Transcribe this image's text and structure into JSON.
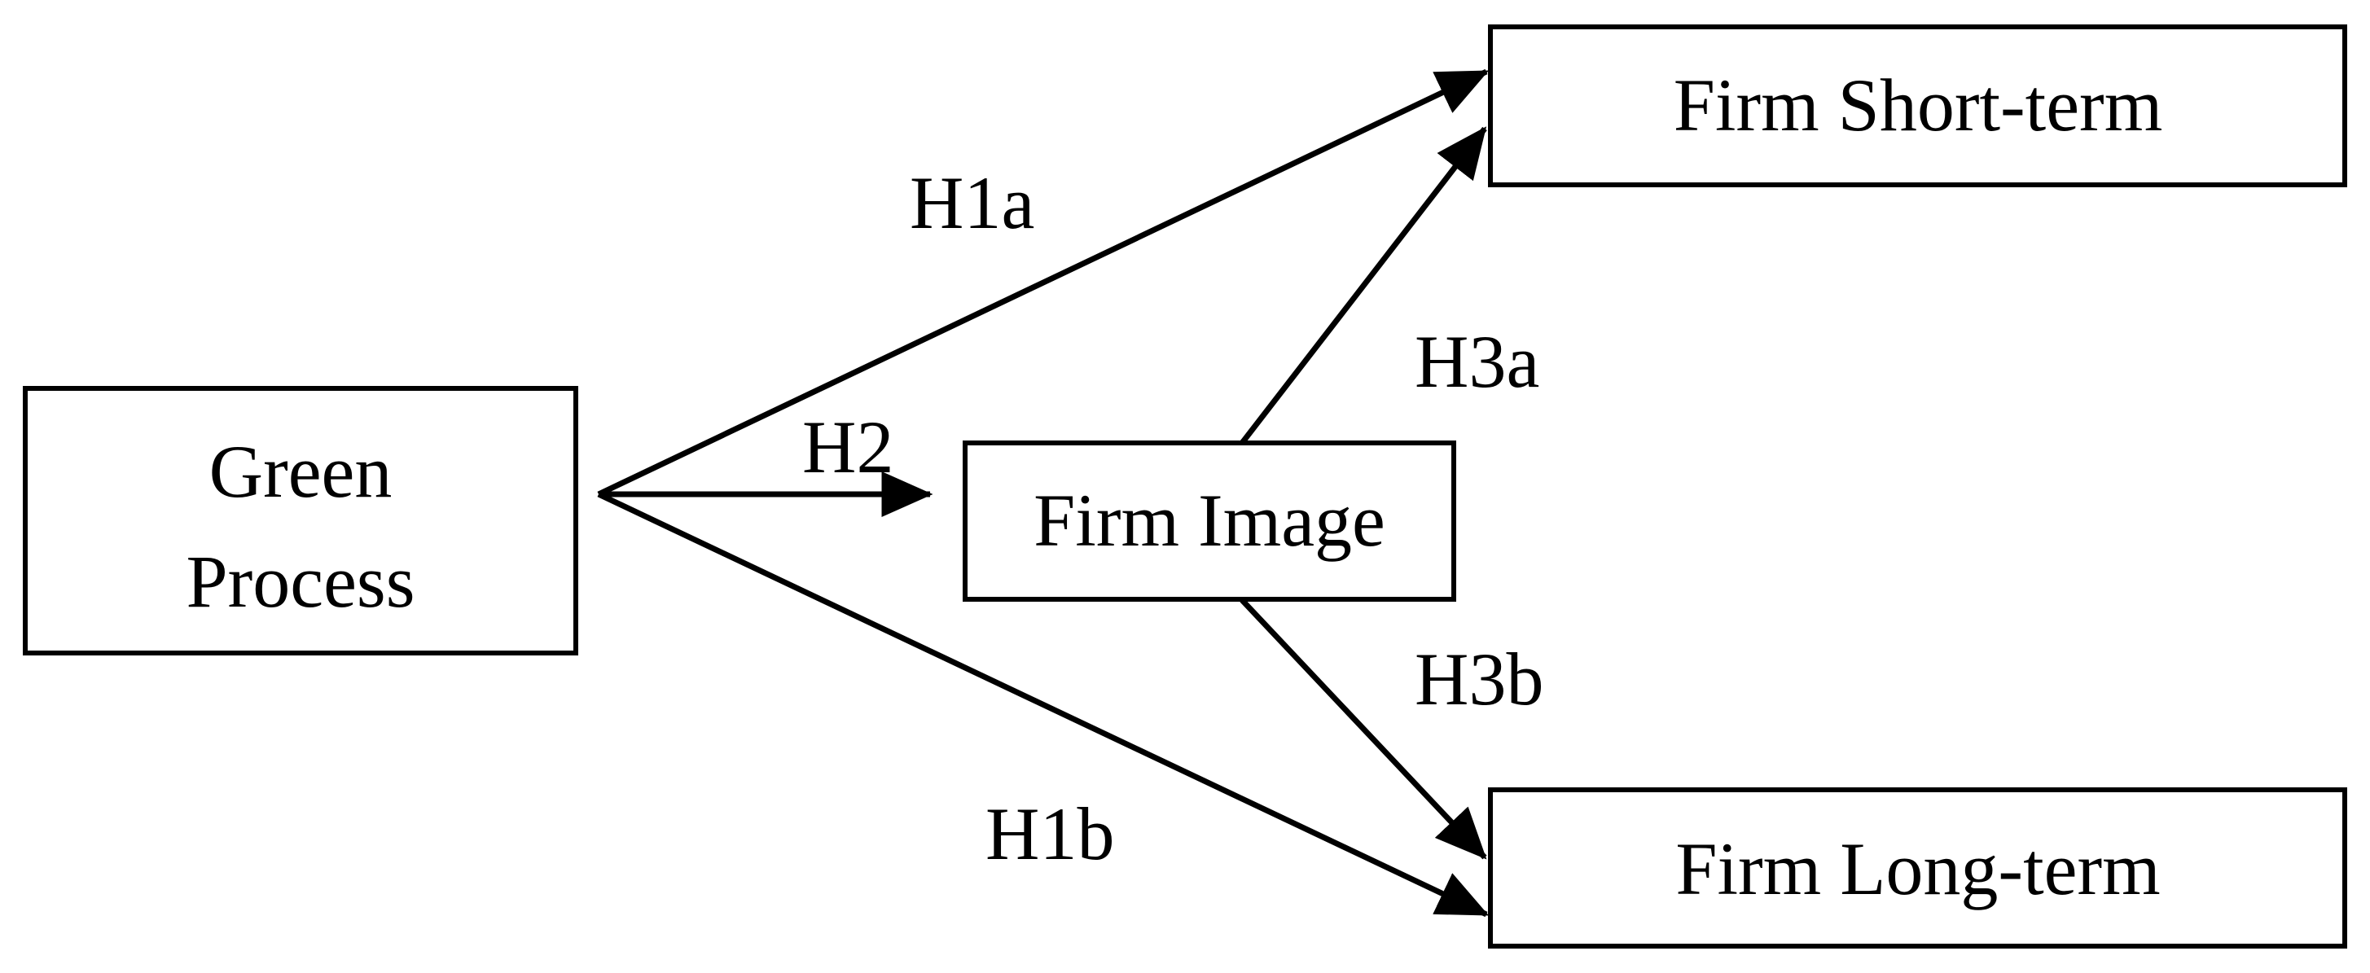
{
  "diagram": {
    "nodes": {
      "green_process": {
        "line1": "Green",
        "line2": "Process"
      },
      "firm_image": {
        "label": "Firm Image"
      },
      "firm_short_term": {
        "label": "Firm Short-term"
      },
      "firm_long_term": {
        "label": "Firm Long-term"
      }
    },
    "edges": {
      "h1a": {
        "label": "H1a",
        "from": "Green Process",
        "to": "Firm Short-term"
      },
      "h1b": {
        "label": "H1b",
        "from": "Green Process",
        "to": "Firm Long-term"
      },
      "h2": {
        "label": "H2",
        "from": "Green Process",
        "to": "Firm Image"
      },
      "h3a": {
        "label": "H3a",
        "from": "Firm Image",
        "to": "Firm Short-term"
      },
      "h3b": {
        "label": "H3b",
        "from": "Firm Image",
        "to": "Firm Long-term"
      }
    },
    "colors": {
      "stroke": "#000000",
      "background": "#ffffff"
    }
  }
}
